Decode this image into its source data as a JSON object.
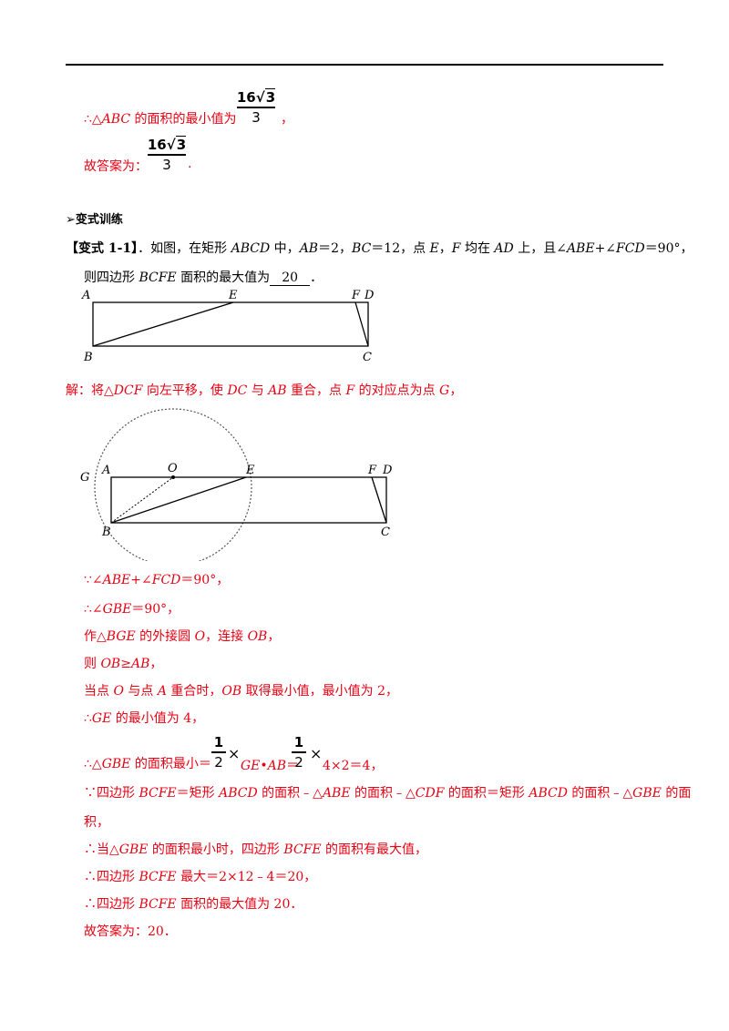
{
  "top_block": {
    "line1_prefix": "∴△",
    "line1_abc": "ABC",
    "line1_suffix": " 的面积的最小值为",
    "line1_end": "，",
    "frac_num_coef": "16",
    "frac_num_rad": "3",
    "frac_den": "3",
    "line2_label": "故答案为：",
    "line2_end": "."
  },
  "section_title": "变式训练",
  "problem": {
    "tag": "【变式 1-1】",
    "text1": "．如图，在矩形 ",
    "abcd": "ABCD",
    "text2": " 中，",
    "ab": "AB",
    "text3": "＝2，",
    "bc": "BC",
    "text4": "＝12，点 ",
    "e": "E",
    "text5": "，",
    "f": "F",
    "text6": " 均在 ",
    "ad": "AD",
    "text7": " 上，且∠",
    "abe": "ABE",
    "text8": "+∠",
    "fcd": "FCD",
    "text9": "＝90°，",
    "line2_a": "则四边形 ",
    "bcfe": "BCFE",
    "line2_b": " 面积的最大值为",
    "answer": "20",
    "line2_c": "．"
  },
  "figure1_labels": {
    "A": "A",
    "E": "E",
    "F": "F",
    "D": "D",
    "B": "B",
    "C": "C"
  },
  "figure2_labels": {
    "G": "G",
    "A": "A",
    "O": "O",
    "E": "E",
    "F": "F",
    "D": "D",
    "B": "B",
    "C": "C"
  },
  "solution": {
    "intro_a": "解：将△",
    "dcf": "DCF",
    "intro_b": " 向左平移，使 ",
    "dc": "DC",
    "intro_c": " 与 ",
    "ab": "AB",
    "intro_d": " 重合，点 ",
    "f": "F",
    "intro_e": " 的对应点为点 ",
    "g": "G",
    "intro_f": "，",
    "s1_a": "∵∠",
    "s1_abe": "ABE",
    "s1_b": "+∠",
    "s1_fcd": "FCD",
    "s1_c": "＝90°，",
    "s2_a": "∴∠",
    "s2_gbe": "GBE",
    "s2_b": "＝90°，",
    "s3_a": "作△",
    "s3_bge": "BGE",
    "s3_b": " 的外接圆 ",
    "s3_o": "O",
    "s3_c": "，连接 ",
    "s3_ob": "OB",
    "s3_d": "，",
    "s4_a": "则 ",
    "s4_ob": "OB",
    "s4_b": "≥",
    "s4_ab": "AB",
    "s4_c": "，",
    "s5_a": "当点 ",
    "s5_o": "O",
    "s5_b": " 与点 ",
    "s5_A": "A",
    "s5_c": " 重合时，",
    "s5_ob": "OB",
    "s5_d": " 取得最小值，最小值为 2，",
    "s6_a": "∴",
    "s6_ge": "GE",
    "s6_b": " 的最小值为 4，",
    "s7_a": "∴△",
    "s7_gbe": "GBE",
    "s7_b": " 的面积最小＝",
    "half_num": "1",
    "half_den": "2",
    "times": "×",
    "s7_ge": "GE",
    "s7_dot": "•",
    "s7_ab": "AB",
    "s7_eq": "＝",
    "s7_end": "4×2＝4，",
    "s8_a": "∵四边形 ",
    "s8_bcfe": "BCFE",
    "s8_b": "＝矩形 ",
    "s8_abcd": "ABCD",
    "s8_c": " 的面积﹣△",
    "s8_abe": "ABE",
    "s8_d": " 的面积﹣△",
    "s8_cdf": "CDF",
    "s8_e": " 的面积＝矩形 ",
    "s8_abcd2": "ABCD",
    "s8_f": " 的面积﹣△",
    "s8_gbe": "GBE",
    "s8_g": " 的面",
    "s8_wrap": "积，",
    "s9_a": "∴当△",
    "s9_gbe": "GBE",
    "s9_b": " 的面积最小时，四边形 ",
    "s9_bcfe": "BCFE",
    "s9_c": " 的面积有最大值，",
    "s10_a": "∴四边形 ",
    "s10_bcfe": "BCFE",
    "s10_b": " 最大＝2×12﹣4＝20，",
    "s11_a": "∴四边形 ",
    "s11_bcfe": "BCFE",
    "s11_b": " 面积的最大值为 20．",
    "s12": "故答案为：20．"
  }
}
